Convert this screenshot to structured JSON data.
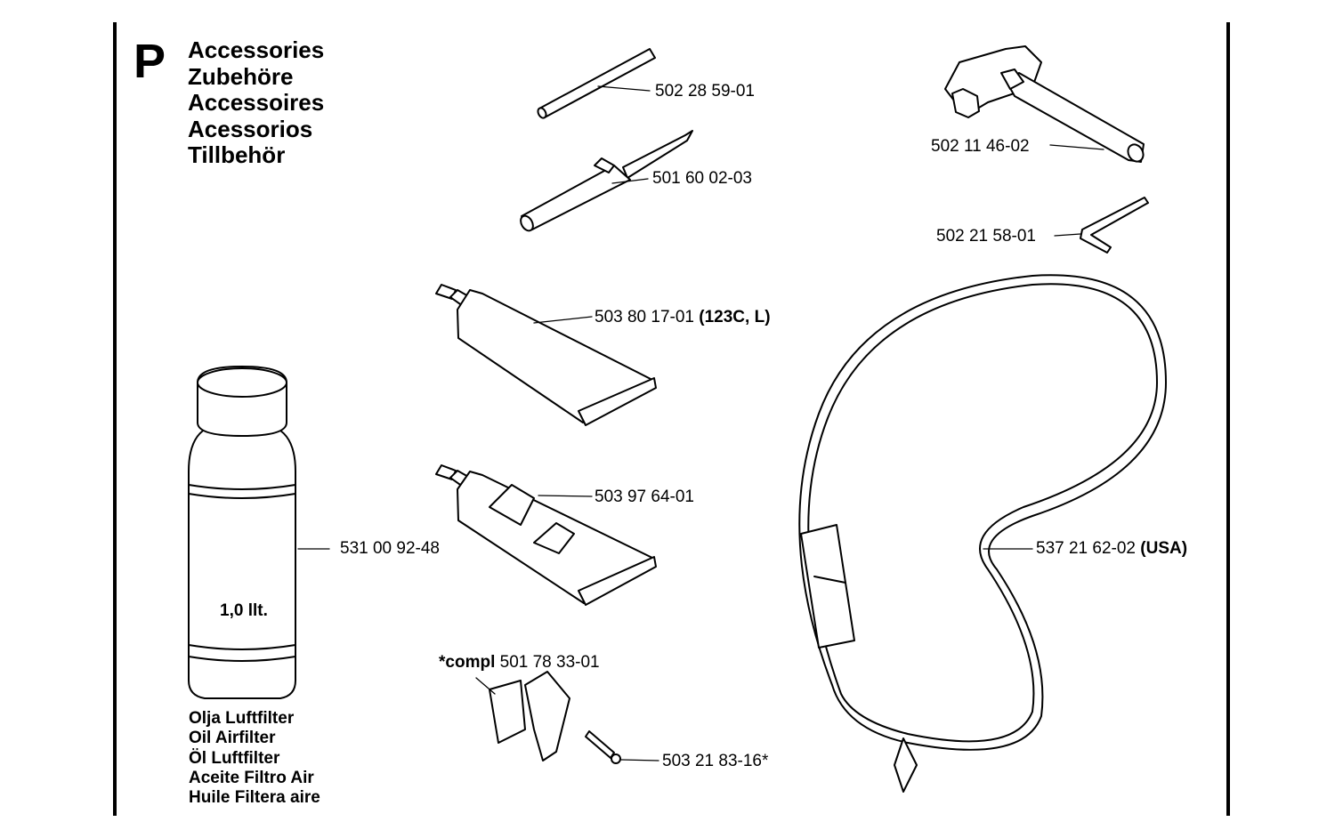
{
  "section": {
    "letter": "P"
  },
  "titles": [
    "Accessories",
    "Zubehöre",
    "Accessoires",
    "Acessorios",
    "Tillbehör"
  ],
  "parts": {
    "rod": "502 28 59-01",
    "file_holder": "501 60 02-03",
    "box_wrench": "502 11 46-02",
    "hex_key": "502 21 58-01",
    "grease_tube": {
      "number": "503 80 17-01",
      "note": "(123C, L)"
    },
    "grease_gun": "503 97 64-01",
    "oil_bottle": "531 00 92-48",
    "harness": {
      "number": "537 21 62-02",
      "note": "(USA)"
    },
    "clamp_kit": {
      "prefix": "*compl",
      "number": "501 78 33-01"
    },
    "screw": "503 21 83-16*"
  },
  "bottle": {
    "volume": "1,0 llt."
  },
  "oil_names": [
    "Olja Luftfilter",
    "Oil Airfilter",
    "Öl Luftfilter",
    "Aceite Filtro Air",
    "Huile Filtera aire"
  ]
}
